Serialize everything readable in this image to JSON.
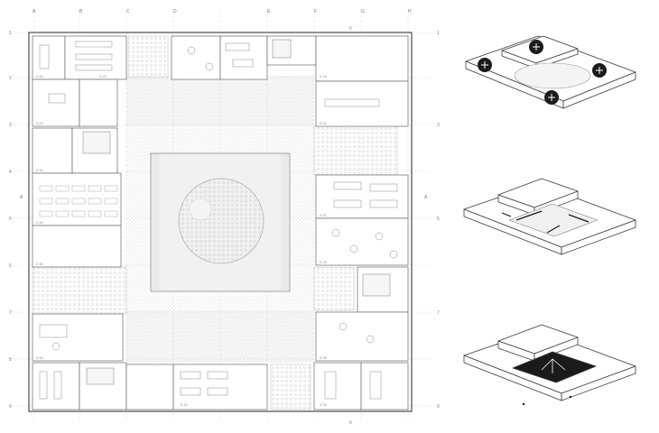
{
  "grid_top": [
    "A",
    "B",
    "C",
    "D",
    "E",
    "F",
    "G",
    "H"
  ],
  "grid_side": [
    "1",
    "2",
    "3",
    "4",
    "5",
    "6",
    "7",
    "8",
    "9"
  ],
  "section_marks": {
    "top": "h",
    "bottom": "h",
    "left": "A",
    "right": "A"
  },
  "room_labels": [
    "0.44",
    "0.24",
    "0.29",
    "0.41",
    "0.34",
    "0.30",
    "0.46",
    "0.18",
    "0.21",
    "0.37",
    "0.33",
    "0.35",
    "0.19",
    "0.32"
  ],
  "diagrams": [
    {
      "id": "diagram-courtyard-entrances",
      "icon": "circle-marker-icon"
    },
    {
      "id": "diagram-circulation",
      "icon": "arrow-icon"
    },
    {
      "id": "diagram-central-void",
      "icon": "void-fill"
    }
  ],
  "colors": {
    "line": "#5a5a5a",
    "light": "#b8b8b8",
    "hatch": "#d6d6d6",
    "fill_dark": "#1a1a1a"
  }
}
